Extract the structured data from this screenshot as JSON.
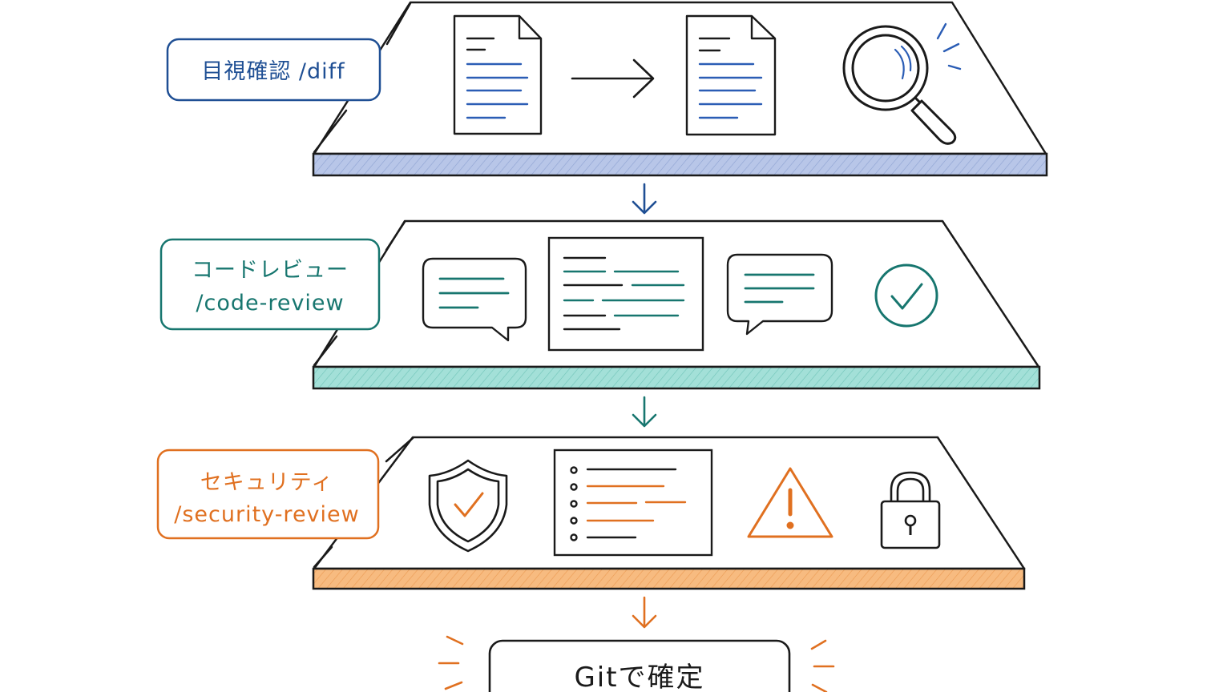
{
  "stages": [
    {
      "id": "diff",
      "label_line1": "目視確認 /diff",
      "label_line2": "",
      "accent": "#1f4f94",
      "slab_color": "#b5c3e6"
    },
    {
      "id": "code-review",
      "label_line1": "コードレビュー",
      "label_line2": "/code-review",
      "accent": "#17766f",
      "slab_color": "#9fded6"
    },
    {
      "id": "security-review",
      "label_line1": "セキュリティ",
      "label_line2": "/security-review",
      "accent": "#e07020",
      "slab_color": "#f6b779"
    }
  ],
  "final": {
    "label": "Gitで確定",
    "accent": "#e07020"
  },
  "colors": {
    "ink": "#1a1a1a",
    "paper": "#ffffff"
  },
  "icons": {
    "stage1": [
      "document-icon",
      "arrow-right-icon",
      "document-icon",
      "magnifier-icon"
    ],
    "stage2": [
      "speech-bubble-icon",
      "code-document-icon",
      "speech-bubble-icon",
      "check-circle-icon"
    ],
    "stage3": [
      "shield-check-icon",
      "checklist-document-icon",
      "warning-triangle-icon",
      "padlock-icon"
    ]
  }
}
